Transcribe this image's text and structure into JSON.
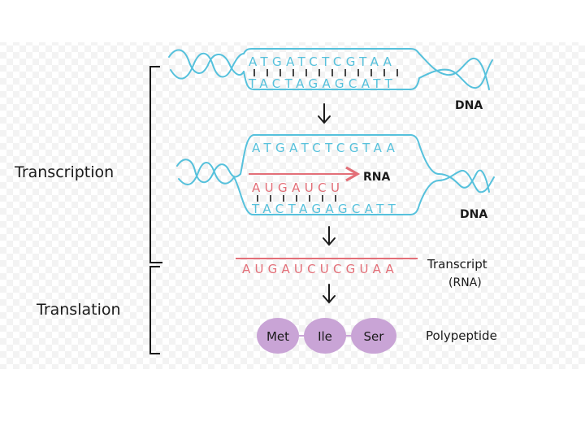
{
  "labels": {
    "transcription": "Transcription",
    "translation": "Translation",
    "dna_top": "DNA",
    "dna_mid": "DNA",
    "rna_inline": "RNA",
    "transcript_line1": "Transcript",
    "transcript_line2": "(RNA)",
    "polypeptide": "Polypeptide"
  },
  "sequences": {
    "dna_top_coding": "ATGATCTCGTAA",
    "dna_top_template": "TACTAGAGCATT",
    "dna_mid_coding": "ATGATCTCGTAA",
    "rna_partial": "AUGAUCU",
    "dna_mid_template": "TACTAGAGCATT",
    "mrna_transcript": "AUGAUCUCGUAA"
  },
  "amino_acids": [
    "Met",
    "Ile",
    "Ser"
  ],
  "colors": {
    "dna": "#56c1dc",
    "rna": "#e36f78",
    "amino_acid": "#c9a4d6",
    "ink": "#1a1a1a"
  },
  "icons": {
    "step_arrow": "down-arrow-icon"
  }
}
